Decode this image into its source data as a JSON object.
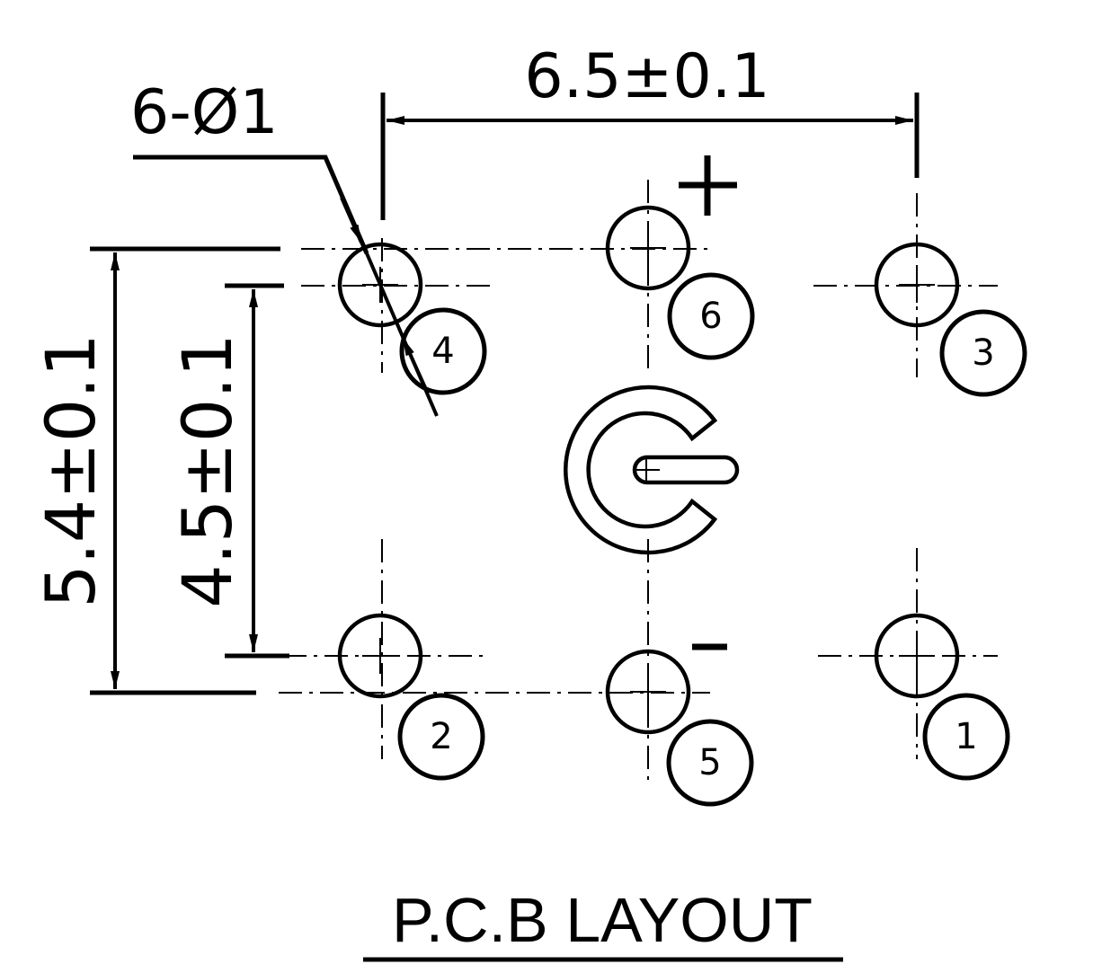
{
  "diagram": {
    "title": "P.C.B LAYOUT",
    "hole_callout": "6-Ø1",
    "dimensions": {
      "horizontal": "6.5±0.1",
      "vertical_outer": "5.4±0.1",
      "vertical_inner": "4.5±0.1"
    },
    "polarity": {
      "plus": "+",
      "minus": "-"
    },
    "pins": [
      {
        "id": "pin-1",
        "label": "1"
      },
      {
        "id": "pin-2",
        "label": "2"
      },
      {
        "id": "pin-3",
        "label": "3"
      },
      {
        "id": "pin-4",
        "label": "4"
      },
      {
        "id": "pin-5",
        "label": "5"
      },
      {
        "id": "pin-6",
        "label": "6"
      }
    ]
  }
}
